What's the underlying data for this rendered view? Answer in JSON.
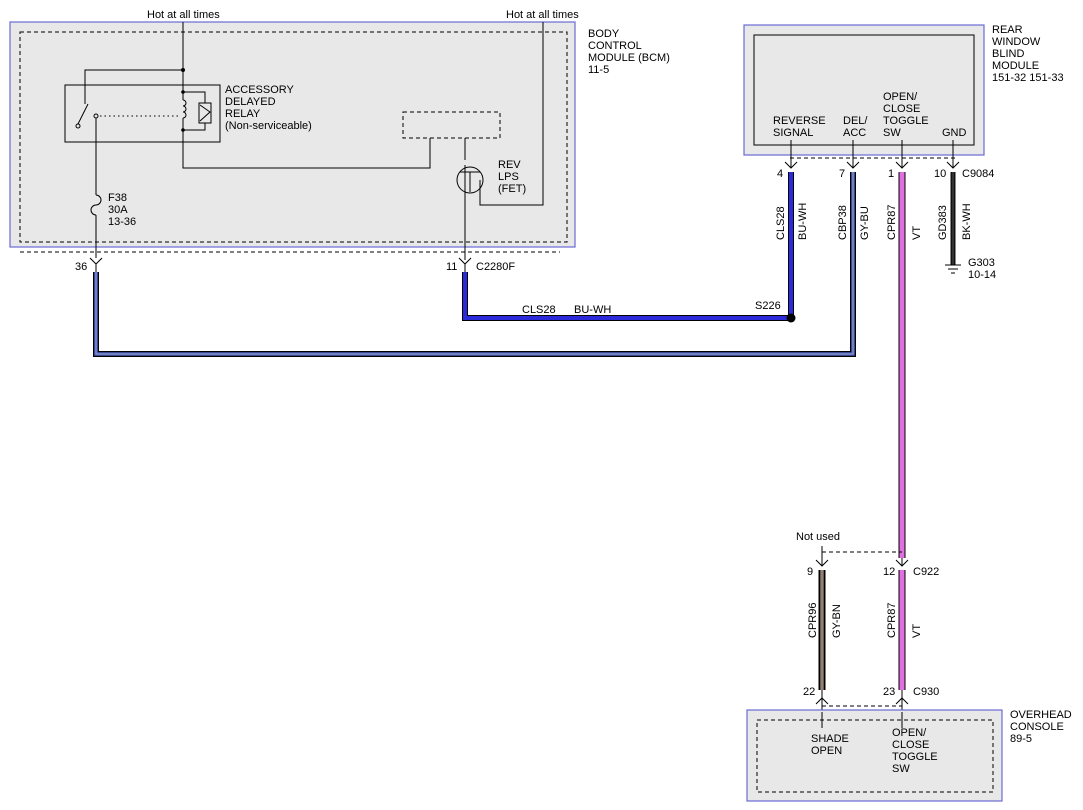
{
  "bcm": {
    "name_lines": [
      "BODY",
      "CONTROL",
      "MODULE (BCM)",
      "11-5"
    ],
    "hot_left": "Hot at all times",
    "hot_right": "Hot at all times",
    "relay_lines": [
      "ACCESSORY",
      "DELAYED",
      "RELAY",
      "(Non-serviceable)"
    ],
    "fet_lines": [
      "REV",
      "LPS",
      "(FET)"
    ],
    "fuse_lines": [
      "F38",
      "30A",
      "13-36"
    ],
    "pin_36": "36",
    "pin_11": "11",
    "conn_c2280f": "C2280F"
  },
  "rwbm": {
    "name_lines": [
      "REAR",
      "WINDOW",
      "BLIND",
      "MODULE",
      "151-32  151-33"
    ],
    "terminals": [
      {
        "lines": [
          "REVERSE",
          "SIGNAL"
        ],
        "pin": "4"
      },
      {
        "lines": [
          "DEL/",
          "ACC"
        ],
        "pin": "7"
      },
      {
        "lines": [
          "OPEN/",
          "CLOSE",
          "TOGGLE",
          "SW"
        ],
        "pin": "1"
      },
      {
        "lines": [
          "GND"
        ],
        "pin": "10"
      }
    ],
    "connector": "C9084"
  },
  "wires": [
    {
      "circuit": "CLS28",
      "color_code": "BU-WH",
      "render_color": "#2b2bd9"
    },
    {
      "circuit": "CBP38",
      "color_code": "GY-BU",
      "render_color": "#4a5fc6"
    },
    {
      "circuit": "CPR87",
      "color_code": "VT",
      "render_color": "#e070e0"
    },
    {
      "circuit": "GD383",
      "color_code": "BK-WH",
      "render_color": "#111111"
    },
    {
      "circuit": "CPR96",
      "color_code": "GY-BN",
      "render_color": "#6d5a50"
    },
    {
      "circuit": "CPR87",
      "color_code": "VT",
      "render_color": "#e070e0"
    }
  ],
  "horizontal_wire": {
    "circuit": "CLS28",
    "color_code": "BU-WH"
  },
  "splice": "S226",
  "ground": {
    "name": "G303",
    "ref": "10-14"
  },
  "c922": {
    "connector": "C922",
    "pin_left": "9",
    "pin_right": "12",
    "not_used": "Not used"
  },
  "c930": {
    "connector": "C930",
    "pin_left": "22",
    "pin_right": "23"
  },
  "overhead": {
    "name_lines": [
      "OVERHEAD",
      "CONSOLE",
      "89-5"
    ],
    "left_lines": [
      "SHADE",
      "OPEN"
    ],
    "right_lines": [
      "OPEN/",
      "CLOSE",
      "TOGGLE",
      "SW"
    ]
  }
}
